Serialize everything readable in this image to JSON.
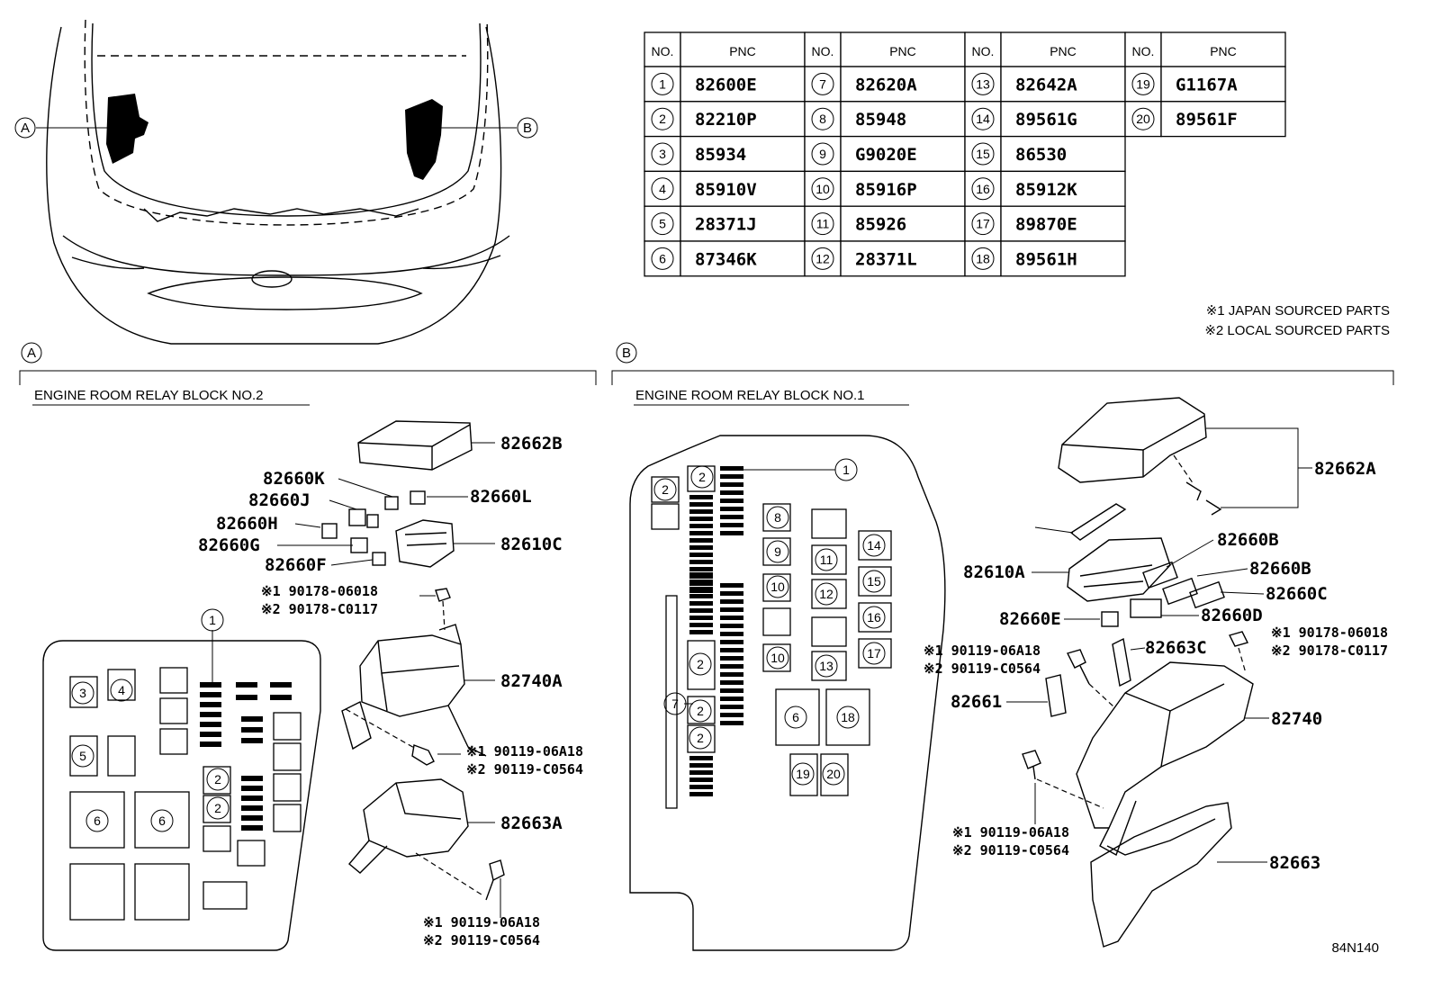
{
  "table": {
    "header_no": "NO.",
    "header_pnc": "PNC",
    "rows": [
      {
        "no": "1",
        "pnc": "82600E"
      },
      {
        "no": "2",
        "pnc": "82210P"
      },
      {
        "no": "3",
        "pnc": "85934"
      },
      {
        "no": "4",
        "pnc": "85910V"
      },
      {
        "no": "5",
        "pnc": "28371J"
      },
      {
        "no": "6",
        "pnc": "87346K"
      },
      {
        "no": "7",
        "pnc": "82620A"
      },
      {
        "no": "8",
        "pnc": "85948"
      },
      {
        "no": "9",
        "pnc": "G9020E"
      },
      {
        "no": "10",
        "pnc": "85916P"
      },
      {
        "no": "11",
        "pnc": "85926"
      },
      {
        "no": "12",
        "pnc": "28371L"
      },
      {
        "no": "13",
        "pnc": "82642A"
      },
      {
        "no": "14",
        "pnc": "89561G"
      },
      {
        "no": "15",
        "pnc": "86530"
      },
      {
        "no": "16",
        "pnc": "85912K"
      },
      {
        "no": "17",
        "pnc": "89870E"
      },
      {
        "no": "18",
        "pnc": "89561H"
      },
      {
        "no": "19",
        "pnc": "G1167A"
      },
      {
        "no": "20",
        "pnc": "89561F"
      }
    ]
  },
  "notes": [
    "※1 JAPAN SOURCED PARTS",
    "※2 LOCAL SOURCED PARTS"
  ],
  "markers": {
    "a": "A",
    "b": "B"
  },
  "section_a": {
    "title": "ENGINE ROOM RELAY BLOCK NO.2",
    "parts": [
      "82662B",
      "82660K",
      "82660J",
      "82660L",
      "82660H",
      "82610C",
      "82660G",
      "82660F",
      "82740A",
      "82663A"
    ],
    "nut": [
      "※1 90178-06018",
      "※2 90178-C0117"
    ],
    "bolt1": [
      "※1 90119-06A18",
      "※2 90119-C0564"
    ],
    "bolt2": [
      "※1 90119-06A18",
      "※2 90119-C0564"
    ]
  },
  "section_b": {
    "title": "ENGINE ROOM RELAY BLOCK NO.1",
    "parts": [
      "82662A",
      "82660B",
      "82610A",
      "82660B",
      "82660C",
      "82660E",
      "82660D",
      "82663C",
      "82661",
      "82740",
      "82663"
    ],
    "bolt1": [
      "※1 90119-06A18",
      "※2 90119-C0564"
    ],
    "nut": [
      "※1 90178-06018",
      "※2 90178-C0117"
    ],
    "bolt2": [
      "※1 90119-06A18",
      "※2 90119-C0564"
    ]
  },
  "fuse_labels": {
    "a": [
      "1",
      "3",
      "4",
      "5",
      "6",
      "6",
      "2",
      "2"
    ],
    "b": [
      "1",
      "2",
      "2",
      "2",
      "2",
      "2",
      "7",
      "8",
      "9",
      "10",
      "10",
      "11",
      "12",
      "13",
      "14",
      "15",
      "16",
      "17",
      "6",
      "18",
      "19",
      "20"
    ]
  },
  "diagram_code": "84N140"
}
